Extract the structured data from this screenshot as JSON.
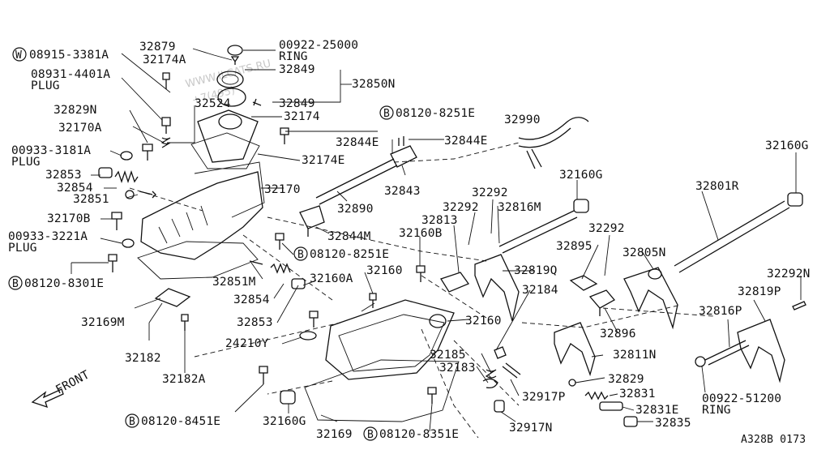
{
  "diagram": {
    "code": "A328B 0173",
    "front_label": "FRONT",
    "watermark": [
      "WWW.ILCATS.RU",
      "+7(495)"
    ]
  },
  "labels": [
    {
      "id": "l-00922-25000",
      "text": "00922-25000"
    },
    {
      "id": "l-ring-top",
      "text": "RING"
    },
    {
      "id": "l-32879",
      "text": "32879"
    },
    {
      "id": "l-08915-3381a",
      "text": "08915-3381A"
    },
    {
      "id": "l-32174a",
      "text": "32174A"
    },
    {
      "id": "l-32849-a",
      "text": "32849"
    },
    {
      "id": "l-32850n",
      "text": "32850N"
    },
    {
      "id": "l-08931-4401a",
      "text": "08931-4401A"
    },
    {
      "id": "l-plug-1",
      "text": "PLUG"
    },
    {
      "id": "l-32524",
      "text": "32524"
    },
    {
      "id": "l-32849-b",
      "text": "32849"
    },
    {
      "id": "l-32829n",
      "text": "32829N"
    },
    {
      "id": "l-32174",
      "text": "32174"
    },
    {
      "id": "l-08120-8251e-a",
      "text": "08120-8251E"
    },
    {
      "id": "l-32990",
      "text": "32990"
    },
    {
      "id": "l-32170a",
      "text": "32170A"
    },
    {
      "id": "l-32844e-a",
      "text": "32844E"
    },
    {
      "id": "l-32844e-b",
      "text": "32844E"
    },
    {
      "id": "l-00933-3181a",
      "text": "00933-3181A"
    },
    {
      "id": "l-plug-2",
      "text": "PLUG"
    },
    {
      "id": "l-32174e",
      "text": "32174E"
    },
    {
      "id": "l-32160g-a",
      "text": "32160G"
    },
    {
      "id": "l-32853-a",
      "text": "32853"
    },
    {
      "id": "l-32854-a",
      "text": "32854"
    },
    {
      "id": "l-32851",
      "text": "32851"
    },
    {
      "id": "l-32170",
      "text": "32170"
    },
    {
      "id": "l-32843",
      "text": "32843"
    },
    {
      "id": "l-32160g-b",
      "text": "32160G"
    },
    {
      "id": "l-32801r",
      "text": "32801R"
    },
    {
      "id": "l-32292-a",
      "text": "32292"
    },
    {
      "id": "l-32292-b",
      "text": "32292"
    },
    {
      "id": "l-32816m",
      "text": "32816M"
    },
    {
      "id": "l-32890",
      "text": "32890"
    },
    {
      "id": "l-32170b",
      "text": "32170B"
    },
    {
      "id": "l-32813",
      "text": "32813"
    },
    {
      "id": "l-32292-c",
      "text": "32292"
    },
    {
      "id": "l-00933-3221a",
      "text": "00933-3221A"
    },
    {
      "id": "l-plug-3",
      "text": "PLUG"
    },
    {
      "id": "l-32844m",
      "text": "32844M"
    },
    {
      "id": "l-32160b",
      "text": "32160B"
    },
    {
      "id": "l-08120-8251e-b",
      "text": "08120-8251E"
    },
    {
      "id": "l-32895",
      "text": "32895"
    },
    {
      "id": "l-32805n",
      "text": "32805N"
    },
    {
      "id": "l-32292n",
      "text": "32292N"
    },
    {
      "id": "l-32160-a",
      "text": "32160"
    },
    {
      "id": "l-32819q",
      "text": "32819Q"
    },
    {
      "id": "l-08120-8301e",
      "text": "08120-8301E"
    },
    {
      "id": "l-32851m",
      "text": "32851M"
    },
    {
      "id": "l-32160a",
      "text": "32160A"
    },
    {
      "id": "l-32184",
      "text": "32184"
    },
    {
      "id": "l-32819p",
      "text": "32819P"
    },
    {
      "id": "l-32854-b",
      "text": "32854"
    },
    {
      "id": "l-32169m",
      "text": "32169M"
    },
    {
      "id": "l-32853-b",
      "text": "32853"
    },
    {
      "id": "l-32160-b",
      "text": "32160"
    },
    {
      "id": "l-32896",
      "text": "32896"
    },
    {
      "id": "l-32816p",
      "text": "32816P"
    },
    {
      "id": "l-24210y",
      "text": "24210Y"
    },
    {
      "id": "l-32182",
      "text": "32182"
    },
    {
      "id": "l-32811n",
      "text": "32811N"
    },
    {
      "id": "l-32185",
      "text": "32185"
    },
    {
      "id": "l-32183",
      "text": "32183"
    },
    {
      "id": "l-32829",
      "text": "32829"
    },
    {
      "id": "l-32182a",
      "text": "32182A"
    },
    {
      "id": "l-32831",
      "text": "32831"
    },
    {
      "id": "l-32917p",
      "text": "32917P"
    },
    {
      "id": "l-00922-51200",
      "text": "00922-51200"
    },
    {
      "id": "l-ring-bottom",
      "text": "RING"
    },
    {
      "id": "l-32831e",
      "text": "32831E"
    },
    {
      "id": "l-32835",
      "text": "32835"
    },
    {
      "id": "l-08120-8451e",
      "text": "08120-8451E"
    },
    {
      "id": "l-32160g-c",
      "text": "32160G"
    },
    {
      "id": "l-32169",
      "text": "32169"
    },
    {
      "id": "l-08120-8351e",
      "text": "08120-8351E"
    },
    {
      "id": "l-32917n",
      "text": "32917N"
    }
  ],
  "badges": [
    {
      "id": "b-w",
      "text": "W"
    },
    {
      "id": "b-b1",
      "text": "B"
    },
    {
      "id": "b-b2",
      "text": "B"
    },
    {
      "id": "b-b3",
      "text": "B"
    },
    {
      "id": "b-b4",
      "text": "B"
    },
    {
      "id": "b-b5",
      "text": "B"
    }
  ]
}
